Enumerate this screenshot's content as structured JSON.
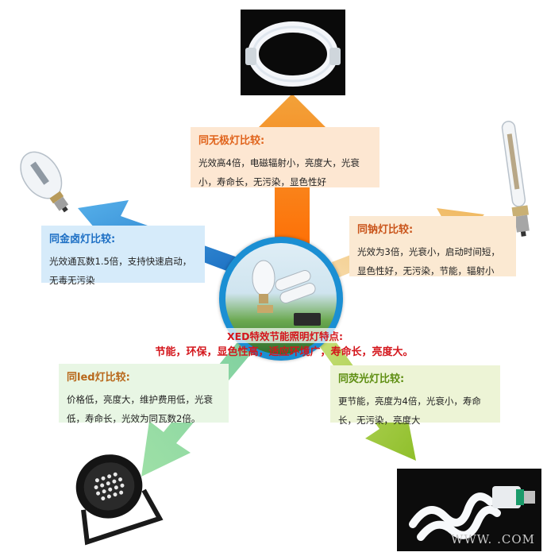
{
  "center": {
    "title": "XED特效节能照明灯特点:",
    "features": "节能，环保，显色性高，适应环境广，寿命长，亮度大。"
  },
  "boxes": {
    "top": {
      "title": "同无极灯比较:",
      "line1": "光效高4倍，电磁辐射小，亮度大，光衰",
      "line2": "小，寿命长，无污染，显色性好",
      "color": "#e6701f"
    },
    "left": {
      "title": "同金卤灯比较:",
      "line1": "光效通瓦数1.5倍，支持快速启动，",
      "line2": "无毒无污染",
      "color": "#1f78d1"
    },
    "right": {
      "title": "同钠灯比较:",
      "line1": "光效为3倍，光衰小，启动时间短，",
      "line2": "显色性好，无污染，节能，辐射小",
      "color": "#cc5511"
    },
    "bottom_left": {
      "title": "同led灯比较:",
      "line1": "价格低，亮度大，维护费用低，光衰",
      "line2": "低，寿命长，光效为同瓦数2倍。",
      "color": "#b96a12"
    },
    "bottom_right": {
      "title": "同荧光灯比较:",
      "line1": "更节能，亮度为4倍，光衰小，寿命",
      "line2": "长，无污染，亮度大",
      "color": "#5c8a12"
    }
  },
  "images": {
    "top": "induction-lamp-photo",
    "left": "metal-halide-lamp-photo",
    "right": "sodium-lamp-photo",
    "bottom_left": "led-floodlight-photo",
    "bottom_right": "spiral-fluorescent-lamp-photo"
  },
  "watermark": "WWW.  .COM",
  "colors": {
    "arrow_top": "#f47a20",
    "arrow_left": "#2a8fd8",
    "arrow_right": "#f3c57a",
    "arrow_bottom_left": "#8fd39a",
    "arrow_bottom_right": "#a9cc3a",
    "center_ring": "#1b8fd3"
  }
}
